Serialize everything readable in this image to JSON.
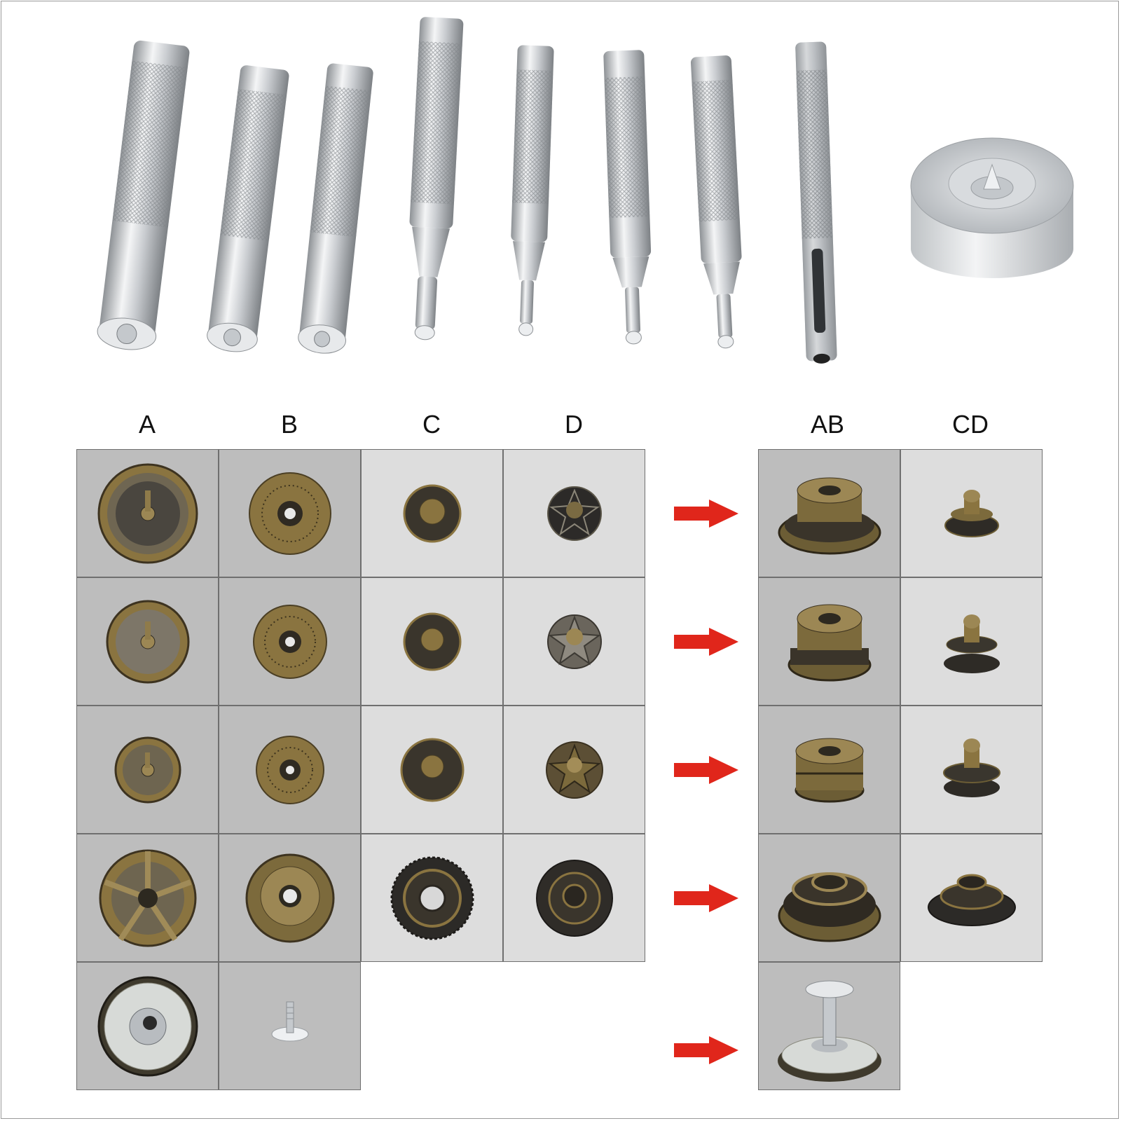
{
  "column_labels": {
    "a": "A",
    "b": "B",
    "c": "C",
    "d": "D",
    "ab": "AB",
    "cd": "CD"
  },
  "colors": {
    "arrow": "#e0261b",
    "cell_dark": "#bdbdbd",
    "cell_light": "#dddddd",
    "brass": "#8a7440",
    "steel": "#d9dde0"
  },
  "icons": [
    "setting-tool-set",
    "anvil-base",
    "snap-cap",
    "snap-socket",
    "snap-stud",
    "snap-post",
    "assembled-snap",
    "red-arrow-icon",
    "jeans-button",
    "tack-pin"
  ]
}
